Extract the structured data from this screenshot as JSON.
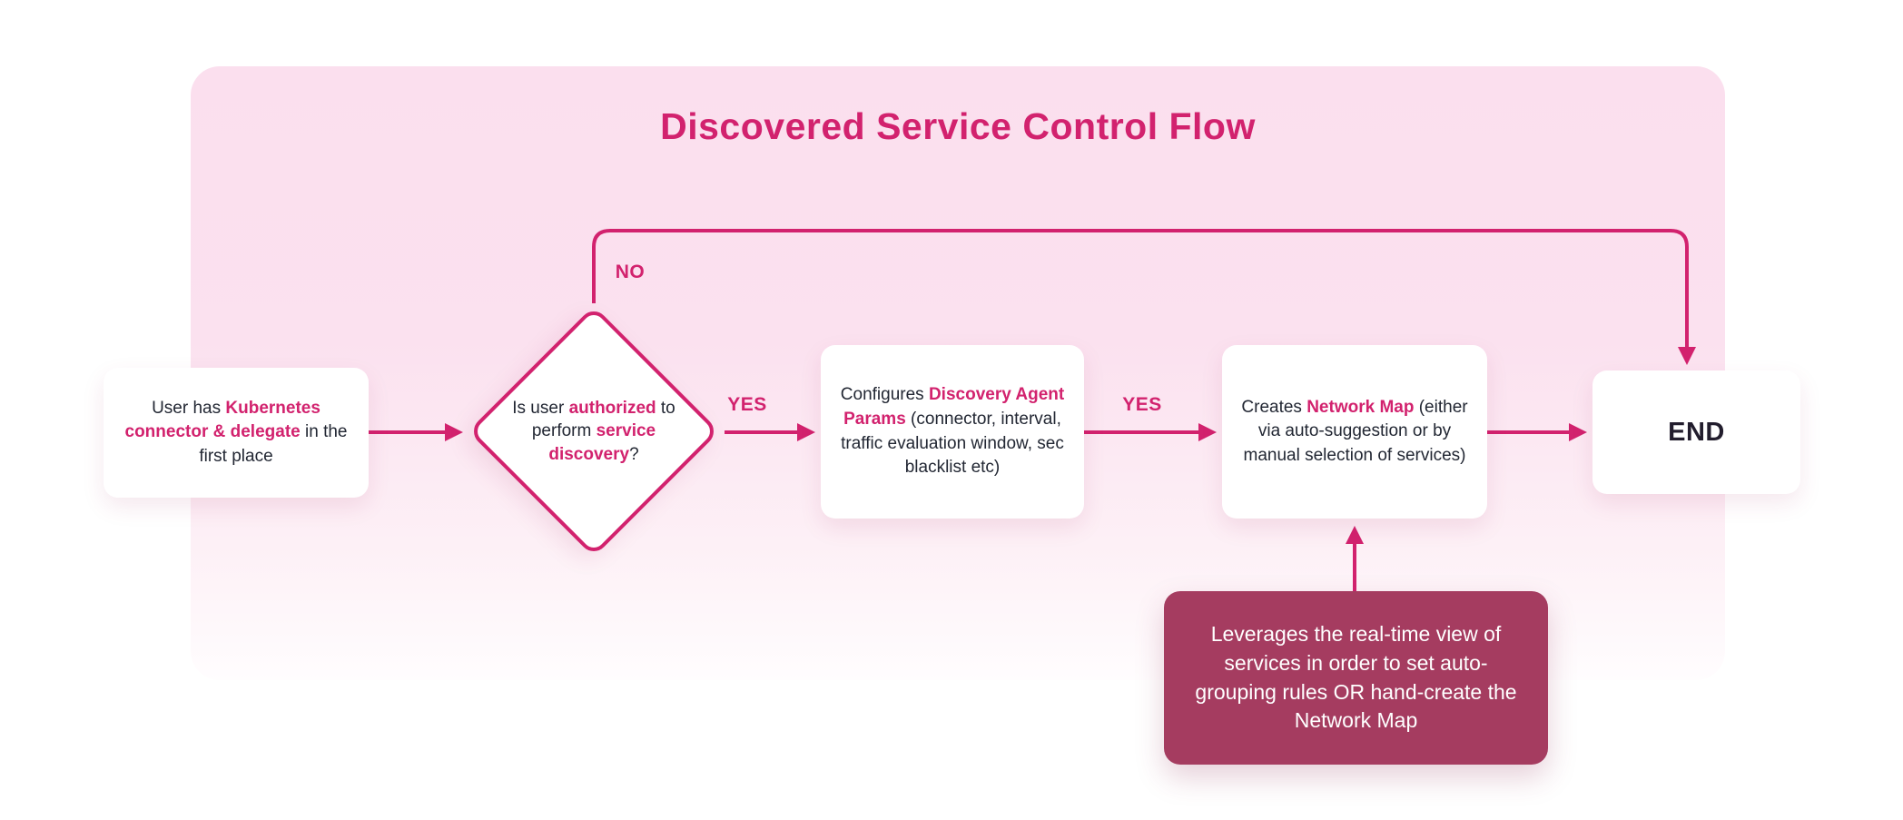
{
  "title": "Discovered Service Control Flow",
  "colors": {
    "accent": "#d2226e",
    "note-bg": "#a53c60",
    "panel-top": "#fbdfee",
    "text-dark": "#222733"
  },
  "nodes": {
    "start": {
      "pre": "User has ",
      "highlight": "Kubernetes connector & delegate",
      "post": " in the first place"
    },
    "decision": {
      "seg1": "Is user ",
      "seg2": "authorized",
      "seg3": " to perform ",
      "seg4": "service discovery",
      "seg5": "?"
    },
    "configure": {
      "pre": "Configures ",
      "highlight": "Discovery Agent Params",
      "post": " (connector, interval, traffic evaluation window, sec blacklist etc)"
    },
    "create": {
      "pre": "Creates ",
      "highlight": "Network Map",
      "post": " (either via auto-suggestion or by manual selection of services)"
    },
    "end": {
      "label": "END"
    },
    "note": {
      "text": "Leverages the real-time view of services in order to set auto-grouping rules OR hand-create the Network Map"
    }
  },
  "edges": {
    "no_label": "NO",
    "yes1_label": "YES",
    "yes2_label": "YES"
  }
}
